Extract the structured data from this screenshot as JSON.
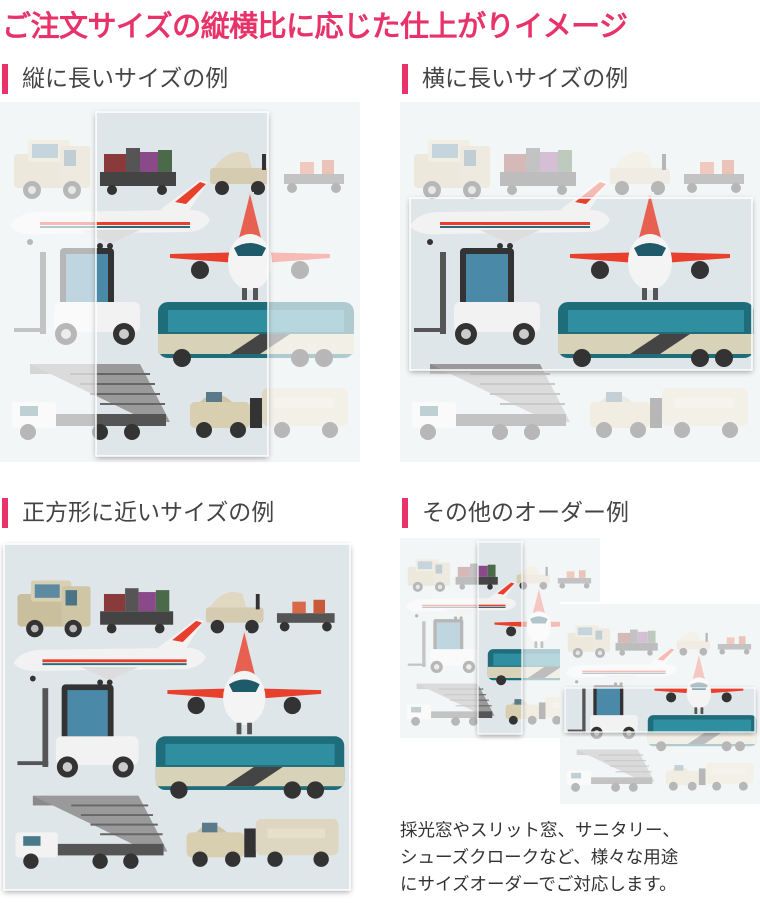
{
  "page": {
    "title": "ご注文サイズの縦横比に応じた仕上がりイメージ"
  },
  "sections": {
    "portrait": {
      "heading": "縦に長いサイズの例"
    },
    "landscape": {
      "heading": "横に長いサイズの例"
    },
    "square": {
      "heading": "正方形に近いサイズの例"
    },
    "other": {
      "heading": "その他のオーダー例"
    }
  },
  "caption": {
    "lines": [
      "採光窓やスリット窓、サニタリー、",
      "シューズクロークなど、様々な用途",
      "にサイズオーダーでご対応します。"
    ]
  },
  "colors": {
    "accent": "#e8336a",
    "panel_bg": "#dfe6e9",
    "bus": "#1f6d7a",
    "plane_red": "#e8402c"
  }
}
